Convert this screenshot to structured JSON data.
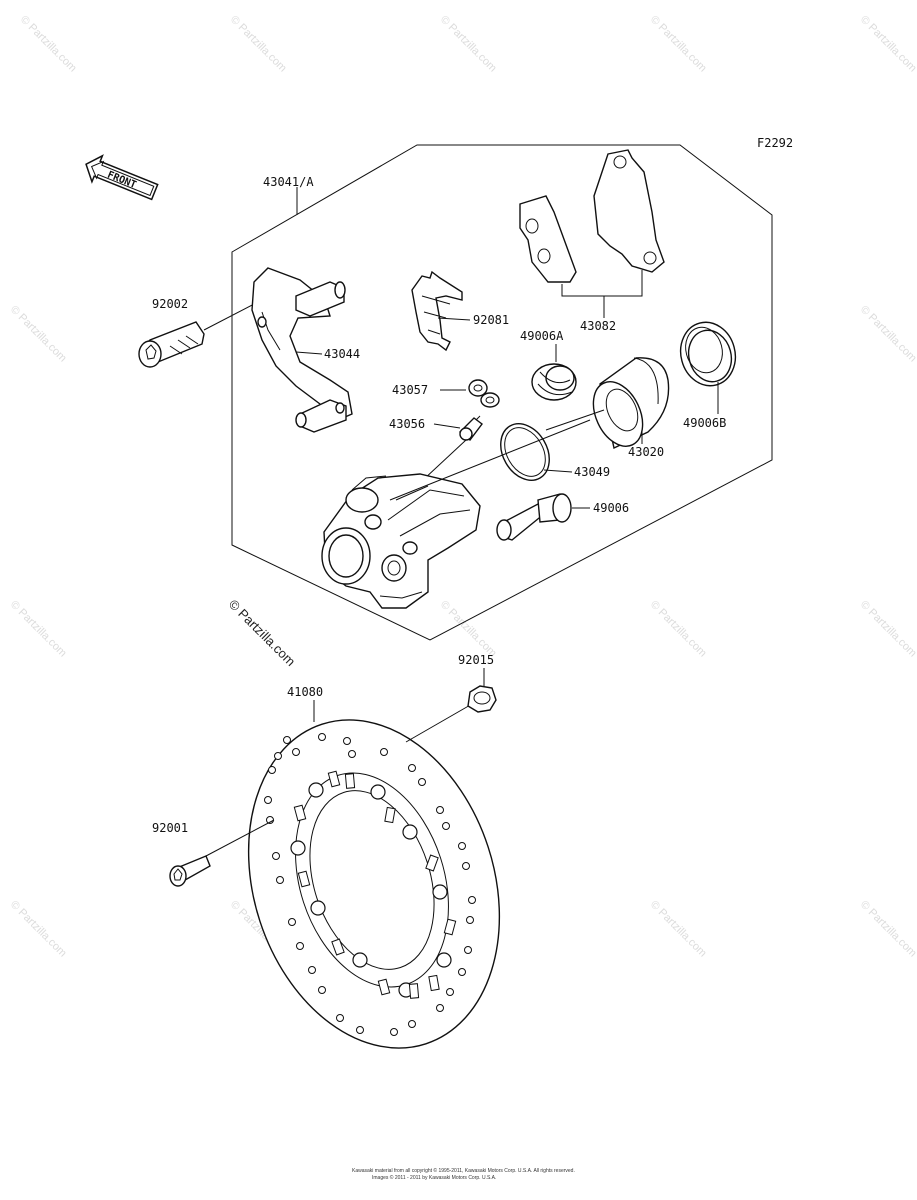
{
  "figure_code": "F2292",
  "front_indicator": "FRONT",
  "watermark": "© Partzilla.com",
  "watermark_marks": "© Partzilla.com",
  "footer": {
    "line1": "Kawasaki material from all copyright © 1995-2011, Kawasaki Motors Corp. U.S.A. All rights reserved.",
    "line2": "Images © 2011 - 2011 by Kawasaki Motors Corp. U.S.A."
  },
  "parts": {
    "p43041": "43041/A",
    "p92002": "92002",
    "p43044": "43044",
    "p92081": "92081",
    "p43082": "43082",
    "p49006A": "49006A",
    "p43057": "43057",
    "p43056": "43056",
    "p43020": "43020",
    "p49006B": "49006B",
    "p43049": "43049",
    "p49006": "49006",
    "p92015": "92015",
    "p41080": "41080",
    "p92001": "92001"
  }
}
